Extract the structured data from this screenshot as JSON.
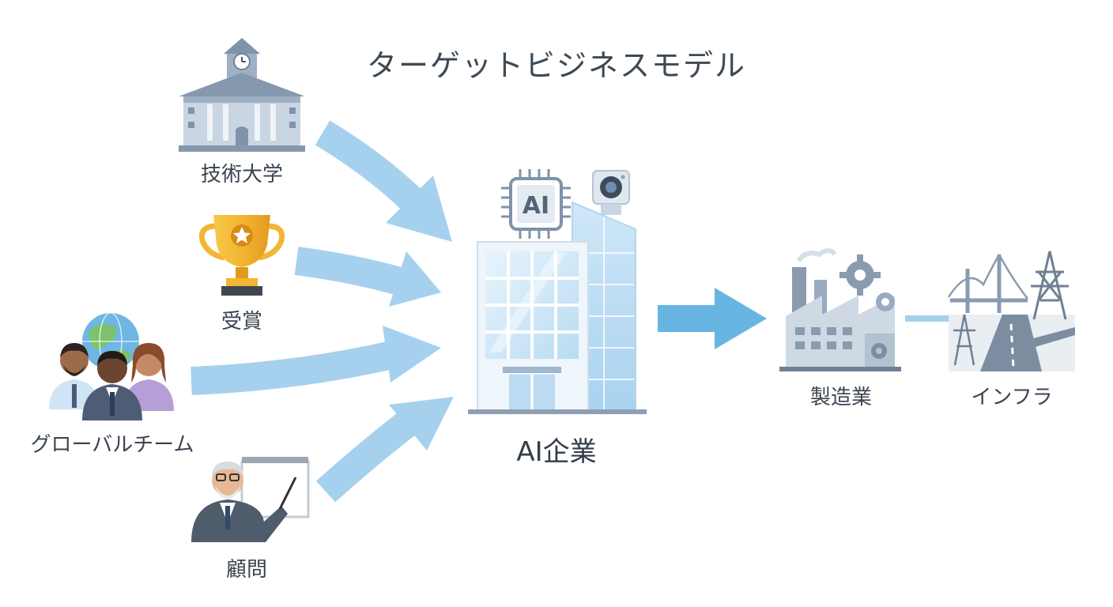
{
  "diagram": {
    "title": "ターゲットビジネスモデル",
    "inputs": {
      "tech_university": "技術大学",
      "award": "受賞",
      "global_team": "グローバルチーム",
      "advisor": "顧問"
    },
    "center": {
      "label": "AI企業",
      "chip_text": "AI"
    },
    "outputs": {
      "manufacturing": "製造業",
      "infrastructure": "インフラ"
    }
  },
  "colors": {
    "arrow": "#9ccbea",
    "arrow_strong": "#5aaee0",
    "icon_slate": "#8a9bb0",
    "icon_light": "#dbe4ee",
    "gold": "#f2b632",
    "text": "#3a4450"
  }
}
